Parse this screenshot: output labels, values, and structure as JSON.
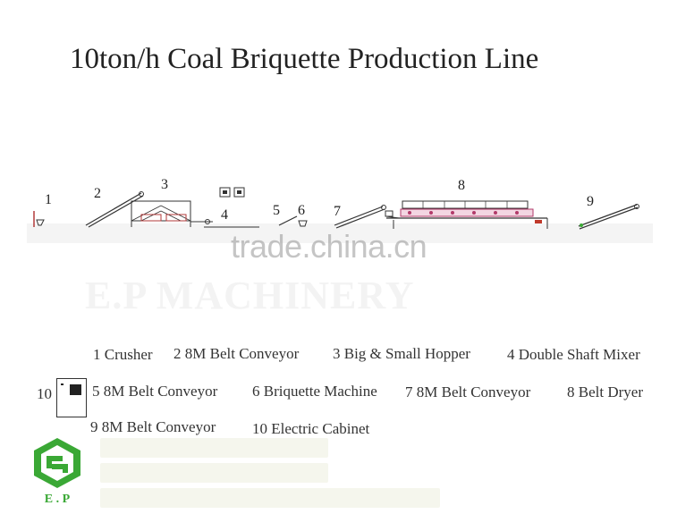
{
  "title": "10ton/h Coal Briquette Production Line",
  "watermark": "trade.china.cn",
  "faint_brand": "E.P MACHINERY",
  "machine_numbers": [
    "1",
    "2",
    "3",
    "4",
    "5",
    "6",
    "7",
    "8",
    "9"
  ],
  "legend": {
    "row1": [
      "1 Crusher",
      "2  8M Belt Conveyor",
      "3 Big & Small Hopper",
      "4 Double Shaft Mixer"
    ],
    "row2_prefix": "10",
    "row2": [
      "5  8M Belt Conveyor",
      "6 Briquette Machine",
      "7  8M Belt Conveyor",
      "8 Belt Dryer"
    ],
    "row3": [
      "9  8M Belt Conveyor",
      "10 Electric Cabinet"
    ]
  },
  "logo": {
    "text": "E . P",
    "color": "#3aa835"
  },
  "colors": {
    "accent_red": "#b23a6a",
    "machine_red": "#c0392b"
  }
}
